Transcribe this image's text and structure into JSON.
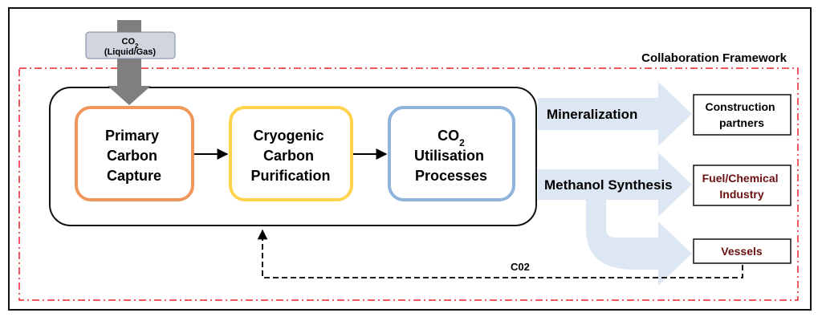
{
  "input": {
    "line1": "CO",
    "subscript": "2",
    "line2": "(Liquid/Gas)"
  },
  "framework": {
    "label": "Collaboration Framework"
  },
  "process": {
    "primary": [
      "Primary",
      "Carbon",
      "Capture"
    ],
    "cryogenic": [
      "Cryogenic",
      "Carbon",
      "Purification"
    ],
    "utilisation": {
      "line1": "CO",
      "subscript": "2",
      "line2": "Utilisation",
      "line3": "Processes"
    }
  },
  "routes": {
    "mineralization": "Mineralization",
    "methanol": "Methanol Synthesis"
  },
  "outputs": {
    "construction": [
      "Construction",
      "partners"
    ],
    "fuel": [
      "Fuel/Chemical",
      "Industry"
    ],
    "vessels": "Vessels"
  },
  "recycle": {
    "label": "C02"
  },
  "colors": {
    "primary_border": "#f0965a",
    "cryogenic_border": "#ffd34d",
    "utilisation_border": "#8fb4dc",
    "framework_border": "#e8232a",
    "route_arrow": "#dde6f3",
    "input_arrow": "#7f7f7f",
    "output_text_dark": "#6b1010"
  }
}
